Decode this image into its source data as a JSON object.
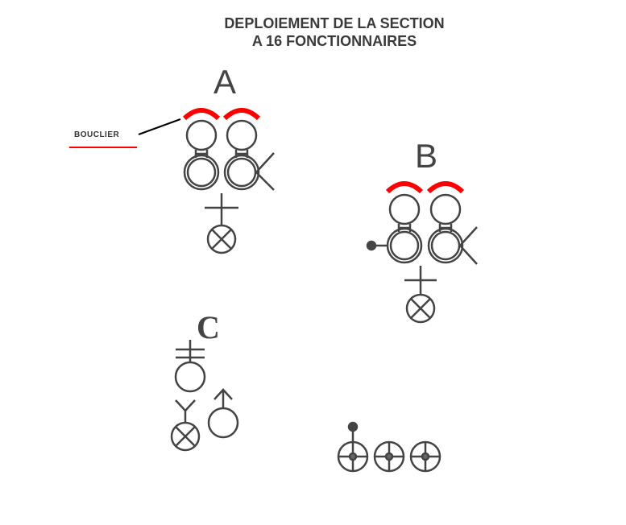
{
  "title": {
    "line1": "DEPLOIEMENT DE LA SECTION",
    "line2": "A 16 FONCTIONNAIRES"
  },
  "groups": {
    "a": "A",
    "b": "B",
    "c": "C"
  },
  "label_shield": "BOUCLIER",
  "colors": {
    "shield": "#ff0000",
    "ink": "#444444"
  }
}
